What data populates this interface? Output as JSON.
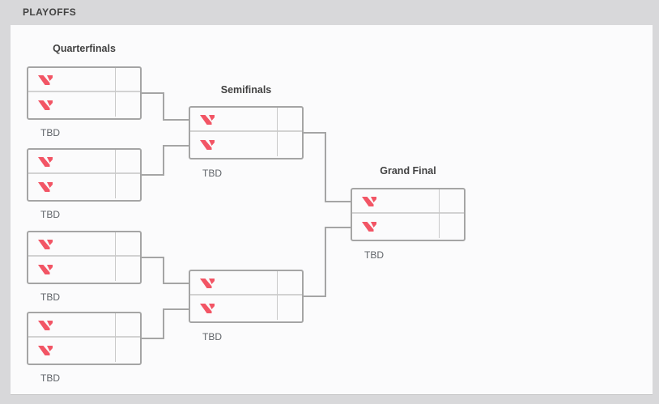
{
  "header": {
    "title": "PLAYOFFS"
  },
  "bracket": {
    "rounds": [
      {
        "label": "Quarterfinals",
        "matches": [
          {
            "slots": [
              {
                "icon": "valorant-logo-icon"
              },
              {
                "icon": "valorant-logo-icon"
              }
            ],
            "footer": "TBD"
          },
          {
            "slots": [
              {
                "icon": "valorant-logo-icon"
              },
              {
                "icon": "valorant-logo-icon"
              }
            ],
            "footer": "TBD"
          },
          {
            "slots": [
              {
                "icon": "valorant-logo-icon"
              },
              {
                "icon": "valorant-logo-icon"
              }
            ],
            "footer": "TBD"
          },
          {
            "slots": [
              {
                "icon": "valorant-logo-icon"
              },
              {
                "icon": "valorant-logo-icon"
              }
            ],
            "footer": "TBD"
          }
        ]
      },
      {
        "label": "Semifinals",
        "matches": [
          {
            "slots": [
              {
                "icon": "valorant-logo-icon"
              },
              {
                "icon": "valorant-logo-icon"
              }
            ],
            "footer": "TBD"
          },
          {
            "slots": [
              {
                "icon": "valorant-logo-icon"
              },
              {
                "icon": "valorant-logo-icon"
              }
            ],
            "footer": "TBD"
          }
        ]
      },
      {
        "label": "Grand Final",
        "matches": [
          {
            "slots": [
              {
                "icon": "valorant-logo-icon"
              },
              {
                "icon": "valorant-logo-icon"
              }
            ],
            "footer": "TBD"
          }
        ]
      }
    ]
  },
  "colors": {
    "header_background": "#d8d8da",
    "card_background": "#fbfbfc",
    "box_border": "#a5a5a5",
    "connector": "#a5a5a5",
    "row_divider": "#d2d2d2",
    "score_divider": "#c9c9c9",
    "team_logo": "#f25565",
    "label_text": "#424242",
    "tbd_text": "#5f6368"
  }
}
